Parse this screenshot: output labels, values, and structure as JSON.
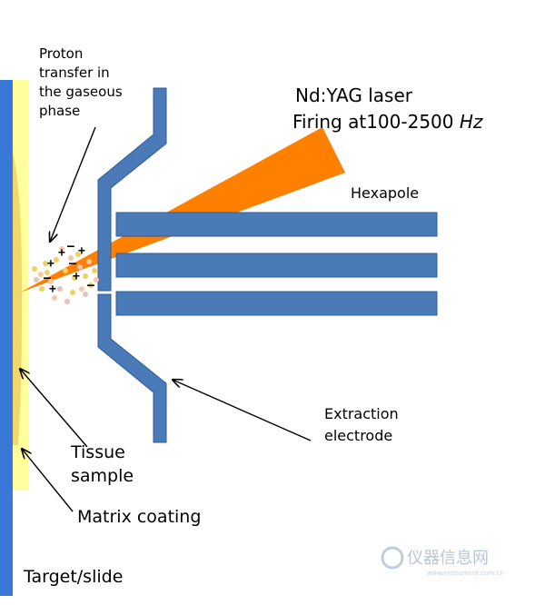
{
  "labels": {
    "proton": [
      "Proton",
      "transfer in",
      "the gaseous",
      "phase"
    ],
    "laser_line1": "Nd:YAG laser",
    "laser_line2_prefix": "Firing at100-2500 ",
    "laser_line2_unit": "Hz",
    "hexapole": "Hexapole",
    "extraction": [
      "Extraction",
      "electrode"
    ],
    "tissue": [
      "Tissue",
      "sample"
    ],
    "matrix": "Matrix coating",
    "target": "Target/slide"
  },
  "watermark": {
    "text": "仪器信息网",
    "sub": "www.instrument.com.cn"
  },
  "colors": {
    "slide": "#3a78d8",
    "matrix": "#ffff9e",
    "tissue": "#f2d76a",
    "electrode": "#4a7ab8",
    "electrode_edge": "#2f5d96",
    "laser": "#ff8000",
    "arrow": "#000000"
  }
}
